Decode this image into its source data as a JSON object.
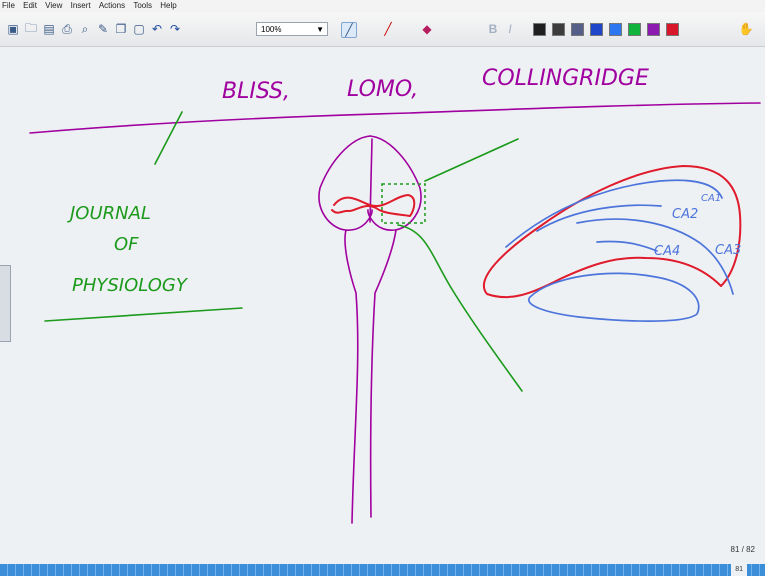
{
  "menu": [
    "File",
    "Edit",
    "View",
    "Insert",
    "Actions",
    "Tools",
    "Help"
  ],
  "toolbar": {
    "zoom": "100%",
    "icons": [
      "new-page-icon",
      "open-icon",
      "save-icon",
      "print-icon",
      "search-icon",
      "pen-icon",
      "copy-icon",
      "paste-icon",
      "undo-icon",
      "redo-icon"
    ],
    "colors": [
      "#1f1f1f",
      "#3c3c3c",
      "#555f88",
      "#1f46c8",
      "#2d78f0",
      "#10b43c",
      "#8c1ab0",
      "#d8172a"
    ]
  },
  "handwriting": {
    "title": [
      "BLISS,",
      "LOMO,",
      "COLLINGRIDGE"
    ],
    "journal": [
      "JOURNAL",
      "OF",
      "PHYSIOLOGY"
    ],
    "labels": [
      "CA1",
      "CA2",
      "CA3",
      "CA4"
    ]
  },
  "page_indicator": "81 / 82",
  "bottom_indicator": "81"
}
